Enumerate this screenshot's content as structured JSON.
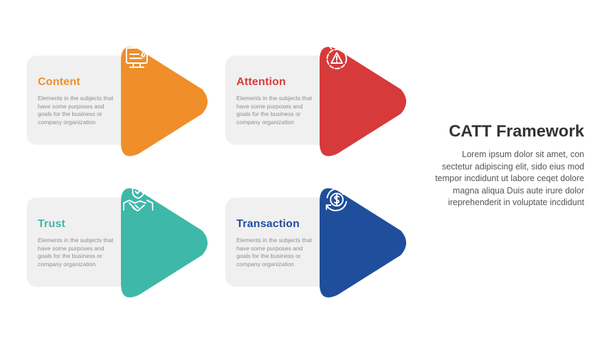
{
  "steps": [
    {
      "title": "Content",
      "desc": "Elements in the subjects that have some purposes and goals for the  business or company organization",
      "color": "#ef8e2b",
      "icon": "monitor-pencil-icon"
    },
    {
      "title": "Attention",
      "desc": "Elements in the subjects that have some purposes and goals for the  business or company organization",
      "color": "#d63a3a",
      "icon": "warning-alert-icon"
    },
    {
      "title": "Trust",
      "desc": "Elements in the subjects that have some purposes and goals for the  business or company organization",
      "color": "#3eb8a9",
      "icon": "handshake-shield-icon"
    },
    {
      "title": "Transaction",
      "desc": "Elements in the subjects that have some purposes and goals for the  business or company organization",
      "color": "#1f4e9c",
      "icon": "dollar-cycle-icon"
    }
  ],
  "side": {
    "title": "CATT Framework",
    "desc": "Lorem ipsum dolor sit amet, con sectetur adipiscing elit, sido eius mod tempor incdidunt ut labore ceqet dolore magna aliqua Duis aute irure dolor ireprehenderit in voluptate incdidunt"
  }
}
